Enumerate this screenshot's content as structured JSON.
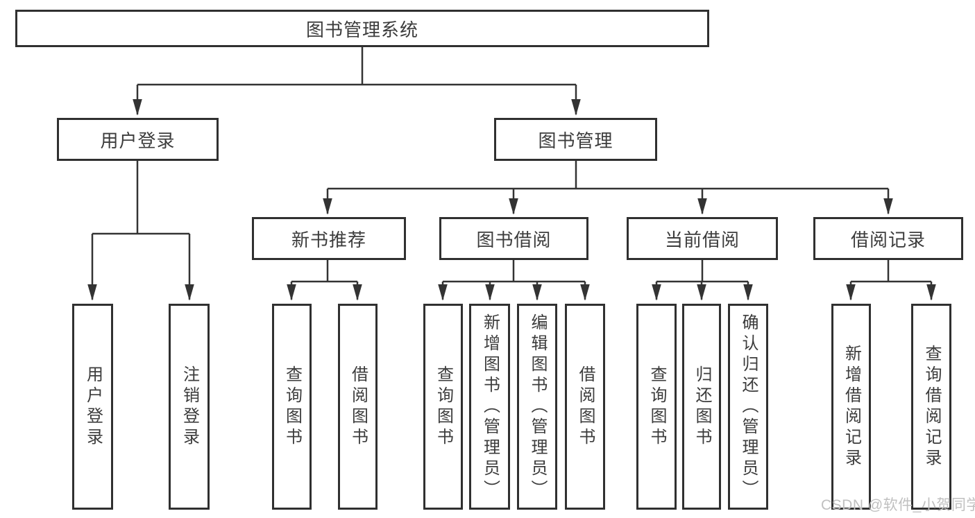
{
  "diagram": {
    "title": "图书管理系统",
    "branches": [
      {
        "label": "用户登录",
        "children": [
          "用户登录",
          "注销登录"
        ]
      },
      {
        "label": "图书管理",
        "groups": [
          {
            "label": "新书推荐",
            "children": [
              "查询图书",
              "借阅图书"
            ]
          },
          {
            "label": "图书借阅",
            "children": [
              "查询图书",
              "新增图书（管理员）",
              "编辑图书（管理员）",
              "借阅图书"
            ]
          },
          {
            "label": "当前借阅",
            "children": [
              "查询图书",
              "归还图书",
              "确认归还（管理员）"
            ]
          },
          {
            "label": "借阅记录",
            "children": [
              "新增借阅记录",
              "查询借阅记录"
            ]
          }
        ]
      }
    ]
  },
  "colors": {
    "line": "#333333",
    "text": "#3c3c3c",
    "watermark": "#c0c0c0"
  },
  "watermark": "CSDN @软件_小贺同学"
}
